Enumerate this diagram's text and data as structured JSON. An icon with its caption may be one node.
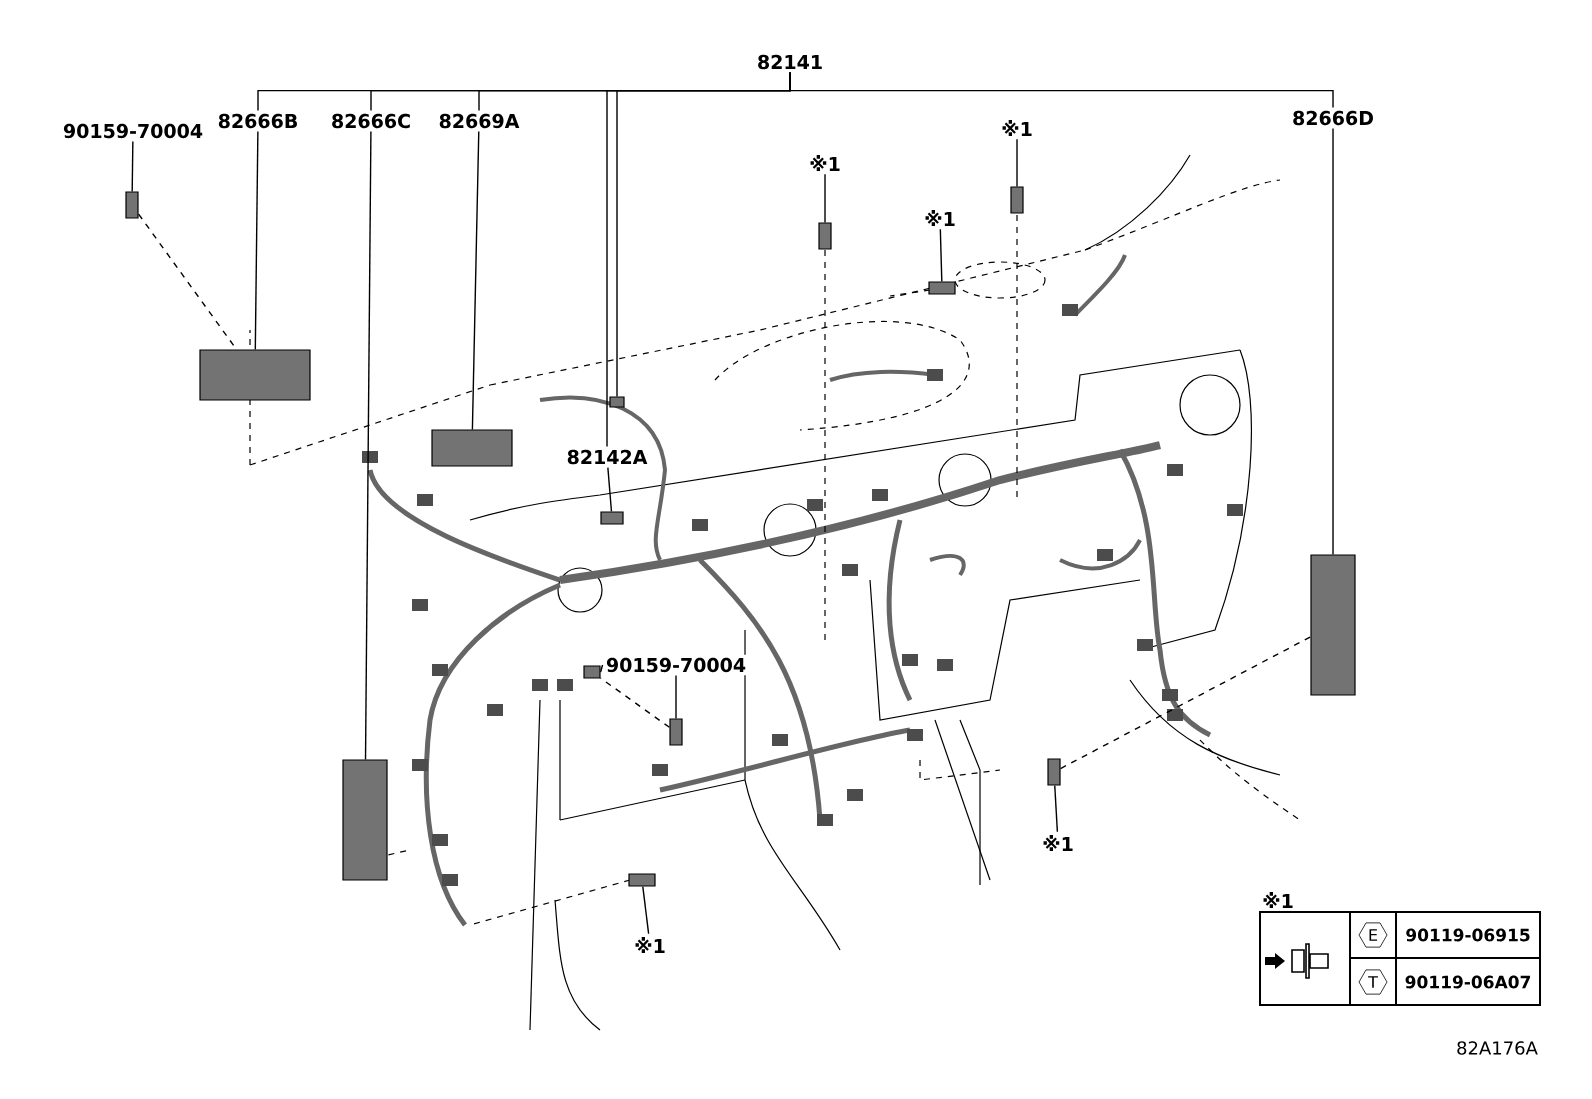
{
  "diagram": {
    "nodes": [
      {
        "text": [
          "82141"
        ]
      },
      {
        "text": [
          "90159-70004"
        ]
      },
      {
        "text": [
          "82666B"
        ]
      },
      {
        "text": [
          "82666C"
        ]
      },
      {
        "text": [
          "82669A"
        ]
      },
      {
        "text": [
          "82666D"
        ]
      },
      {
        "text": [
          "82142A"
        ]
      },
      {
        "text": [
          "90159-70004"
        ]
      },
      {
        "text": [
          "※1"
        ]
      },
      {
        "text": [
          "※1"
        ]
      },
      {
        "text": [
          "※1"
        ]
      },
      {
        "text": [
          "※1"
        ]
      },
      {
        "text": [
          "※1"
        ]
      },
      {
        "text": [],
        "shape": "box"
      },
      {
        "text": [],
        "shape": "box"
      },
      {
        "text": [],
        "shape": "box"
      },
      {
        "text": [],
        "shape": "box"
      },
      {
        "text": [],
        "shape": "box"
      },
      {
        "text": [],
        "shape": "box"
      },
      {
        "text": [],
        "shape": "box"
      },
      {
        "text": [],
        "shape": "box"
      },
      {
        "text": [],
        "shape": "box"
      },
      {
        "text": [],
        "shape": "box"
      },
      {
        "text": [],
        "shape": "box"
      },
      {
        "text": [],
        "shape": "box"
      },
      {
        "text": [],
        "shape": "box"
      },
      {
        "text": [],
        "shape": "box"
      }
    ],
    "edges": [
      {
        "from": 0,
        "to": 2,
        "arrow": "none"
      },
      {
        "from": 0,
        "to": 3,
        "arrow": "none"
      },
      {
        "from": 0,
        "to": 4,
        "arrow": "none"
      },
      {
        "from": 0,
        "to": 6,
        "arrow": "none"
      },
      {
        "from": 0,
        "to": 18,
        "arrow": "none"
      },
      {
        "from": 0,
        "to": 5,
        "arrow": "none"
      },
      {
        "from": 1,
        "to": 13,
        "arrow": "none"
      },
      {
        "from": 2,
        "to": 14,
        "arrow": "none"
      },
      {
        "from": 3,
        "to": 15,
        "arrow": "none"
      },
      {
        "from": 4,
        "to": 16,
        "arrow": "none"
      },
      {
        "from": 5,
        "to": 17,
        "arrow": "none"
      },
      {
        "from": 6,
        "to": 19,
        "arrow": "none"
      },
      {
        "from": 7,
        "to": 26,
        "arrow": "none"
      },
      {
        "from": 7,
        "to": 20,
        "arrow": "none"
      },
      {
        "from": 8,
        "to": 21,
        "arrow": "none"
      },
      {
        "from": 9,
        "to": 22,
        "arrow": "none"
      },
      {
        "from": 10,
        "to": 23,
        "arrow": "none"
      },
      {
        "from": 11,
        "to": 24,
        "arrow": "none"
      },
      {
        "from": 12,
        "to": 25,
        "arrow": "none"
      },
      {
        "from": 13,
        "to": 14,
        "arrow": "none",
        "style": "dashed"
      },
      {
        "from": 20,
        "to": 26,
        "arrow": "none",
        "style": "dashed"
      },
      {
        "from": 24,
        "to": 17,
        "arrow": "none",
        "style": "dashed"
      }
    ],
    "labels": [
      "※1",
      "E",
      "90119-06915",
      "T",
      "90119-06A07",
      "82A176A"
    ]
  }
}
